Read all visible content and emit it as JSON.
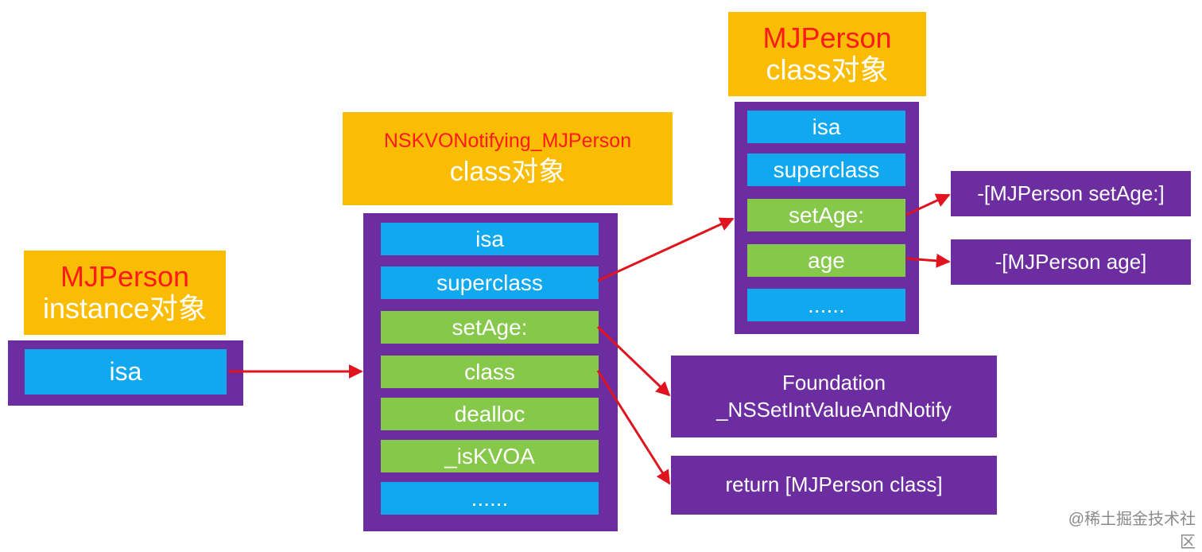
{
  "instance": {
    "title_name": "MJPerson",
    "title_sub": "instance对象",
    "field": "isa"
  },
  "kvo_class": {
    "title_name": "NSKVONotifying_MJPerson",
    "title_sub": "class对象",
    "fields": [
      "isa",
      "superclass",
      "setAge:",
      "class",
      "dealloc",
      "_isKVOA",
      "......"
    ]
  },
  "person_class": {
    "title_name": "MJPerson",
    "title_sub": "class对象",
    "fields": [
      "isa",
      "superclass",
      "setAge:",
      "age",
      "......"
    ]
  },
  "methods": {
    "person_setage": "-[MJPerson setAge:]",
    "person_age": "-[MJPerson age]",
    "foundation_line1": "Foundation",
    "foundation_line2": "_NSSetIntValueAndNotify",
    "return_class": "return [MJPerson class]"
  },
  "colors": {
    "title_bg": "#FBBD04",
    "title_name": "#FF1A1A",
    "panel": "#6C2DA0",
    "blue_cell": "#10A8EE",
    "green_cell": "#86C94A",
    "arrow": "#E0141E"
  },
  "watermark": "@稀土掘金技术社区"
}
